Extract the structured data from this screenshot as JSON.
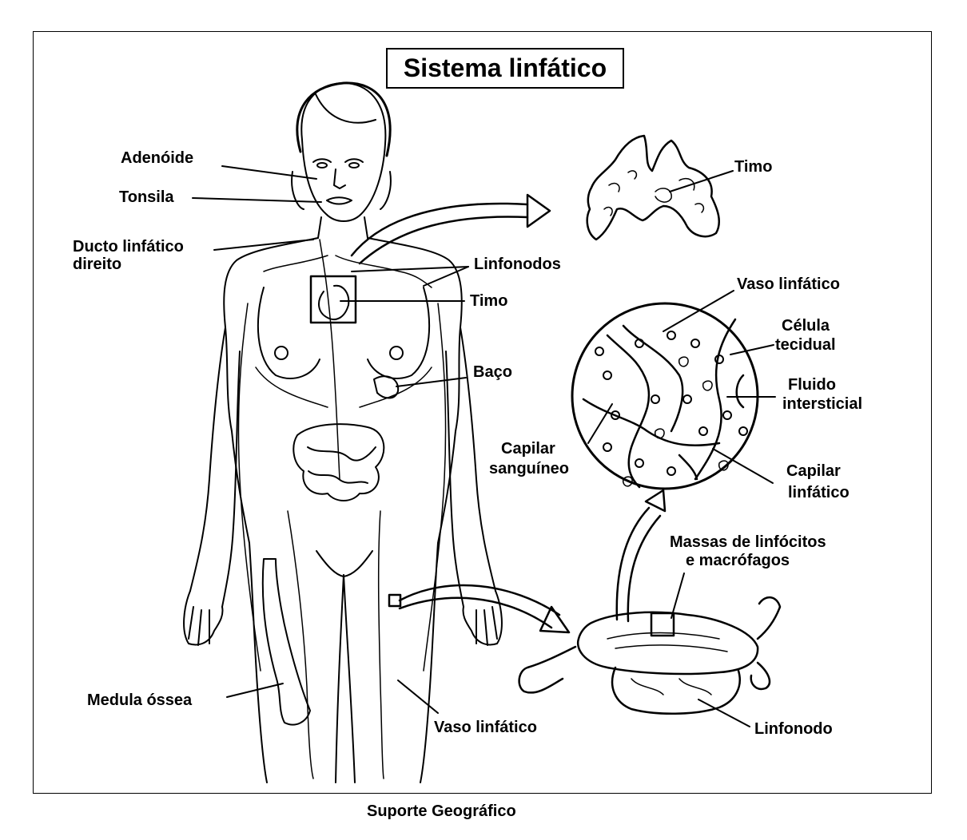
{
  "title": "Sistema linfático",
  "caption": "Suporte Geográfico",
  "labels": {
    "adenoide": "Adenóide",
    "tonsila": "Tonsila",
    "ducto_l1": "Ducto linfático",
    "ducto_l2": "direito",
    "linfonodos": "Linfonodos",
    "timo_body": "Timo",
    "baco": "Baço",
    "medula": "Medula óssea",
    "vaso_body": "Vaso linfático",
    "timo_detail": "Timo",
    "vaso_detail": "Vaso linfático",
    "celula_l1": "Célula",
    "celula_l2": "tecidual",
    "fluido_l1": "Fluido",
    "fluido_l2": "intersticial",
    "capilar_sang_l1": "Capilar",
    "capilar_sang_l2": "sanguíneo",
    "capilar_linf_l1": "Capilar",
    "capilar_linf_l2": "linfático",
    "massas_l1": "Massas de linfócitos",
    "massas_l2": "e macrófagos",
    "linfonodo": "Linfonodo"
  },
  "colors": {
    "line": "#000000",
    "background": "#ffffff"
  }
}
